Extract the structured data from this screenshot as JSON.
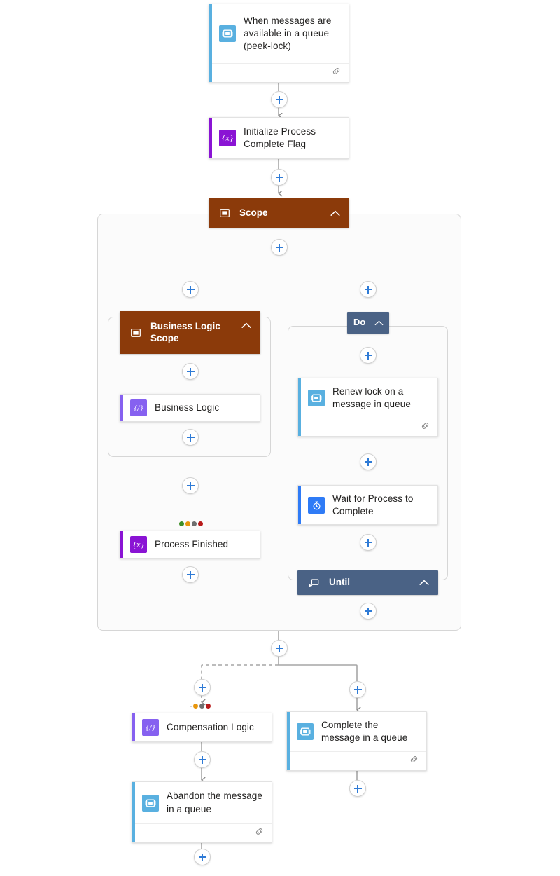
{
  "palette": {
    "scope_header_bg": "#8b3a0a",
    "loop_header_bg": "#4a6285",
    "servicebus_tile": "#59b0e0",
    "variable_tile": "#8a14d4",
    "compose_tile": "#8661f0",
    "delay_tile": "#2f7bf6",
    "plus_accent": "#2f7bd6",
    "status_succeeded": "#3f8f29",
    "status_timedout": "#e8960c",
    "status_skipped": "#6f6f6f",
    "status_failed": "#b81a1a",
    "canvas_bg": "#ffffff",
    "scope_body_bg": "#fbfbfb"
  },
  "workflow": {
    "trigger": {
      "title": "When messages are available in a queue (peek-lock)",
      "icon": "service-bus-icon",
      "footer_icon": "connection-link-icon"
    },
    "init_variable": {
      "title": "Initialize Process Complete Flag",
      "icon": "variable-icon"
    },
    "scope": {
      "label": "Scope",
      "icon": "scope-icon",
      "chevron": "chevron-up-icon"
    },
    "business_logic_scope": {
      "label": "Business Logic Scope",
      "icon": "scope-icon",
      "chevron": "chevron-up-icon"
    },
    "business_logic": {
      "title": "Business Logic",
      "icon": "compose-icon"
    },
    "process_finished": {
      "title": "Process Finished",
      "icon": "variable-icon",
      "run_after": [
        "succeeded",
        "timedout",
        "skipped",
        "failed"
      ]
    },
    "do_badge": {
      "label": "Do",
      "chevron": "chevron-up-icon"
    },
    "renew_lock": {
      "title": "Renew lock on a message in queue",
      "icon": "service-bus-icon",
      "footer_icon": "connection-link-icon"
    },
    "wait_process": {
      "title": "Wait for Process to Complete",
      "icon": "delay-icon"
    },
    "until": {
      "label": "Until",
      "icon": "loop-icon",
      "chevron": "chevron-up-icon"
    },
    "compensation_logic": {
      "title": "Compensation Logic",
      "icon": "compose-icon",
      "run_after": [
        "dimmed",
        "timedout",
        "skipped",
        "failed"
      ]
    },
    "abandon_message": {
      "title": "Abandon the message in a queue",
      "icon": "service-bus-icon",
      "footer_icon": "connection-link-icon"
    },
    "complete_message": {
      "title": "Complete the message in a queue",
      "icon": "service-bus-icon",
      "footer_icon": "connection-link-icon"
    }
  }
}
